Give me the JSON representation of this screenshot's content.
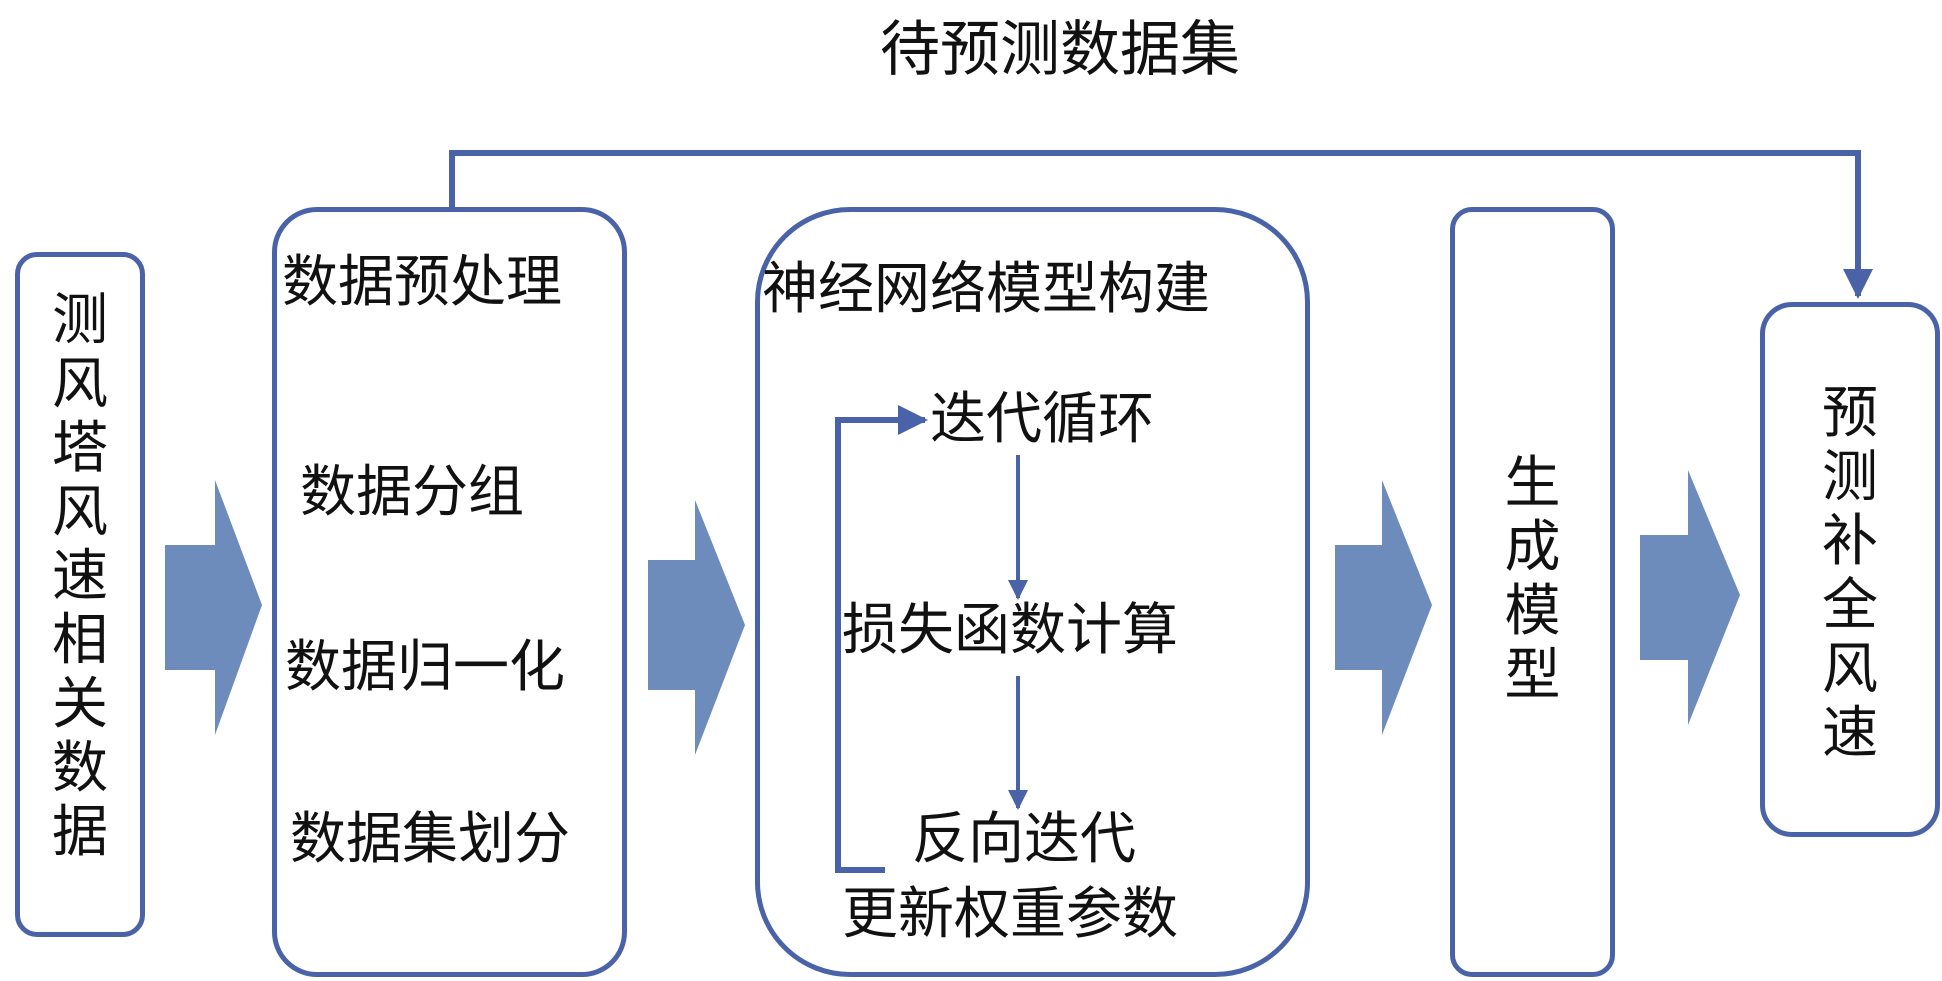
{
  "colors": {
    "border": "#4a63a8",
    "arrow_fill": "#6d8bbb",
    "line": "#4a63a8",
    "text": "#111111"
  },
  "top_label": "待预测数据集",
  "input": {
    "label": "测风塔风速相关数据"
  },
  "preprocess": {
    "title": "数据预处理",
    "steps": [
      "数据分组",
      "数据归一化",
      "数据集划分"
    ]
  },
  "network": {
    "title": "神经网络模型构建",
    "loop": "迭代循环",
    "loss": "损失函数计算",
    "backprop": "反向迭代",
    "update": "更新权重参数"
  },
  "generate": {
    "label": "生成模型"
  },
  "output": {
    "label": "预测补全风速"
  }
}
